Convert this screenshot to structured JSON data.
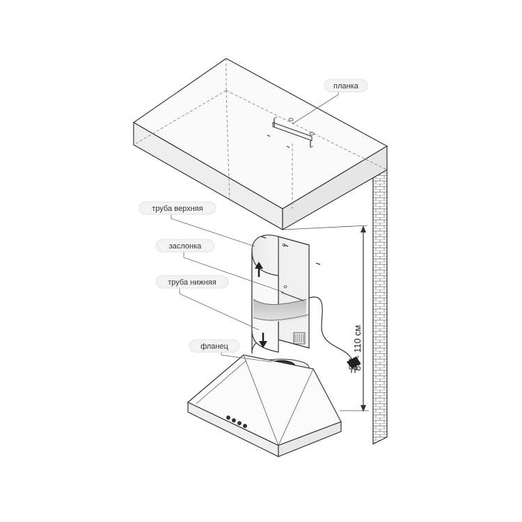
{
  "labels": {
    "bracket": "планка",
    "upper_pipe": "труба верхняя",
    "damper": "заслонка",
    "lower_pipe": "труба нижняя",
    "flange": "фланец"
  },
  "dimension": {
    "height_range": "80 - 110 см"
  }
}
